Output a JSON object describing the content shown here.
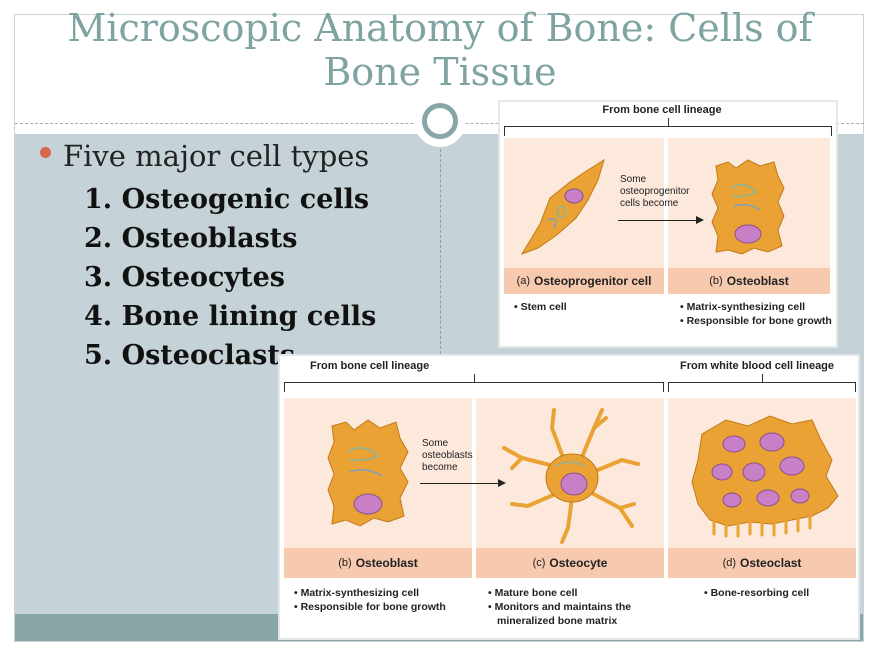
{
  "slide": {
    "title": "Microscopic Anatomy of Bone: Cells of Bone Tissue",
    "bullet": "Five major cell types",
    "items": [
      "1. Osteogenic cells",
      "2. Osteoblasts",
      "3. Osteocytes",
      "4. Bone lining cells",
      "5. Osteoclasts"
    ]
  },
  "figure_top": {
    "lineage_label": "From bone cell lineage",
    "transition_note": "Some osteoprogenitor cells become",
    "panels": [
      {
        "letter": "(a)",
        "name": "Osteoprogenitor cell",
        "bullets": [
          "Stem cell"
        ]
      },
      {
        "letter": "(b)",
        "name": "Osteoblast",
        "bullets": [
          "Matrix-synthesizing cell",
          "Responsible for bone growth"
        ]
      }
    ]
  },
  "figure_bottom": {
    "lineage_bone": "From bone cell lineage",
    "lineage_blood": "From white blood cell lineage",
    "transition_note": "Some osteoblasts become",
    "panels": [
      {
        "letter": "(b)",
        "name": "Osteoblast",
        "bullets": [
          "Matrix-synthesizing cell",
          "Responsible for bone growth"
        ]
      },
      {
        "letter": "(c)",
        "name": "Osteocyte",
        "bullets": [
          "Mature bone cell",
          "Monitors and maintains the mineralized bone matrix"
        ]
      },
      {
        "letter": "(d)",
        "name": "Osteoclast",
        "bullets": [
          "Bone-resorbing cell"
        ]
      }
    ]
  },
  "colors": {
    "title": "#7ea3a1",
    "body_band": "#c5d3d8",
    "bottom_band": "#8aa7a8",
    "bullet": "#d9664f",
    "caption_bar": "#f7c9ae",
    "cell_panel": "#fde9dc",
    "cell_body": "#e9a233",
    "nucleus": "#c77fc6"
  }
}
